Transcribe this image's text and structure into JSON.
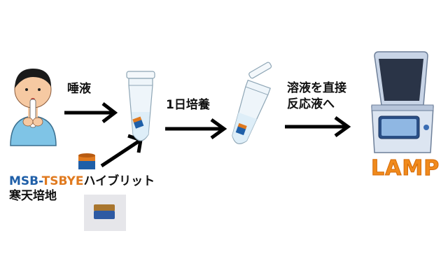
{
  "steps": {
    "saliva_label": "唾液",
    "culture_label": "1日培養",
    "transfer_label_line1": "溶液を直接",
    "transfer_label_line2": "反応液へ",
    "lamp_label": "LAMP"
  },
  "medium": {
    "name_part1": "MSB-",
    "name_part2": "TSBYE",
    "name_part3": "ハイブリット",
    "line2": "寒天培地"
  },
  "colors": {
    "msb_blue": "#1f5fa8",
    "tsbye_orange": "#e07a1f",
    "lamp_orange": "#f08a1c",
    "arrow": "#000000",
    "machine_body": "#c8d4e6",
    "machine_screen": "#2a4f86"
  },
  "icons": [
    "person-spitting-icon",
    "microtube-icon",
    "agar-cup-icon",
    "open-tube-icon",
    "lamp-machine-icon",
    "agar-photo"
  ]
}
